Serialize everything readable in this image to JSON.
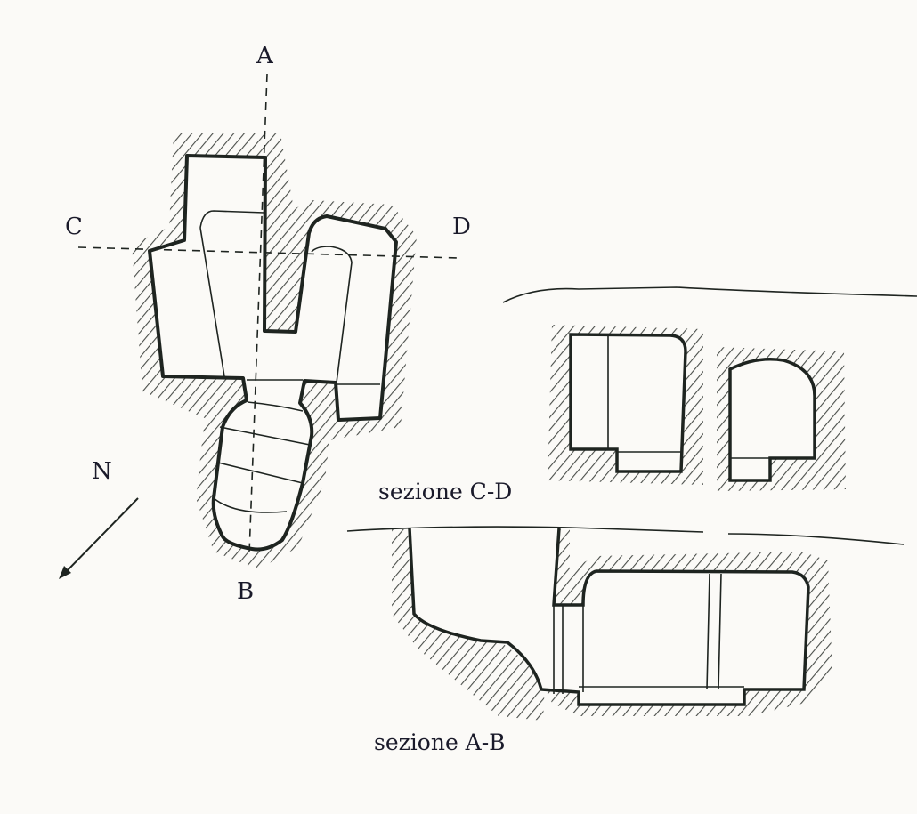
{
  "plan": {
    "section_markers": {
      "a": "A",
      "b": "B",
      "c": "C",
      "d": "D"
    },
    "north_label": "N"
  },
  "sections": {
    "cd_caption": "sezione C-D",
    "ab_caption": "sezione A-B"
  },
  "colors": {
    "ink": "#1e2420",
    "paper": "#fbfaf7"
  }
}
